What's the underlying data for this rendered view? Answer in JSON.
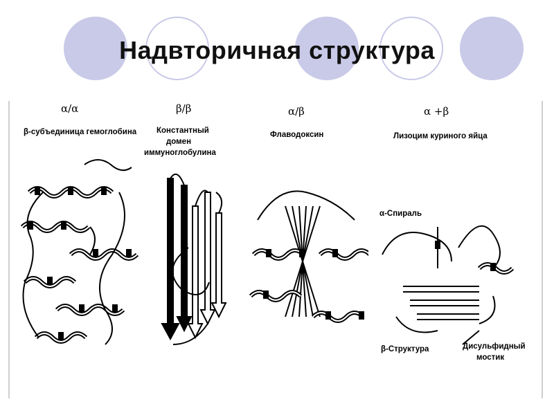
{
  "slide": {
    "title": "Надвторичная структура"
  },
  "panels": [
    {
      "fold_type": "α/α",
      "name": "β-субъединица гемоглобина"
    },
    {
      "fold_type": "β/β",
      "name_lines": [
        "Константный",
        "домен",
        "иммуноглобулина"
      ]
    },
    {
      "fold_type": "α/β",
      "name": "Флаводоксин"
    },
    {
      "fold_type": "α +β",
      "name": "Лизоцим куриного яйца"
    }
  ],
  "annotations": {
    "alpha_helix": "α-Спираль",
    "beta_structure": "β-Структура",
    "disulfide_line1": "Дисульфидный",
    "disulfide_line2": "мостик"
  },
  "colors": {
    "decor_circle": "#c9c9e8",
    "title_text": "#111111"
  }
}
